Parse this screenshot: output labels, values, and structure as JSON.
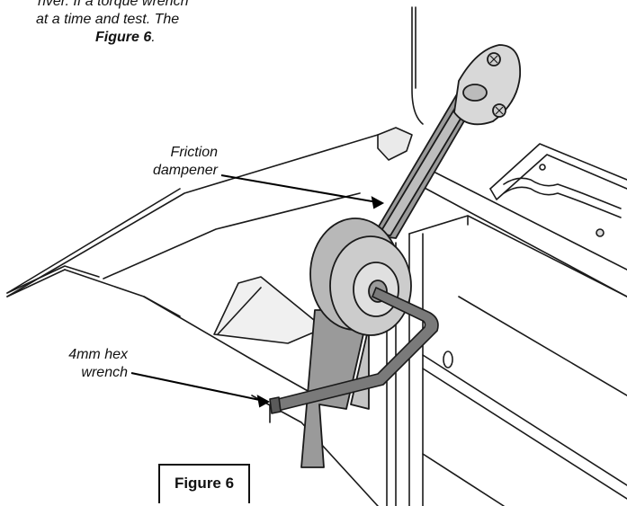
{
  "instructions": {
    "line1": "river.  If a torque wrench",
    "line2": "at a time and test.  The",
    "line3_bold": "Figure 6",
    "line3_end": "."
  },
  "callouts": {
    "friction_dampener_line1": "Friction",
    "friction_dampener_line2": "dampener",
    "hex_wrench_line1": "4mm hex",
    "hex_wrench_line2": "wrench"
  },
  "figure_caption": "Figure 6",
  "colors": {
    "line": "#1a1a1a",
    "arm_fill": "#9a9a9a",
    "arm_light": "#c8c8c8",
    "wrench": "#7a7a7a"
  }
}
